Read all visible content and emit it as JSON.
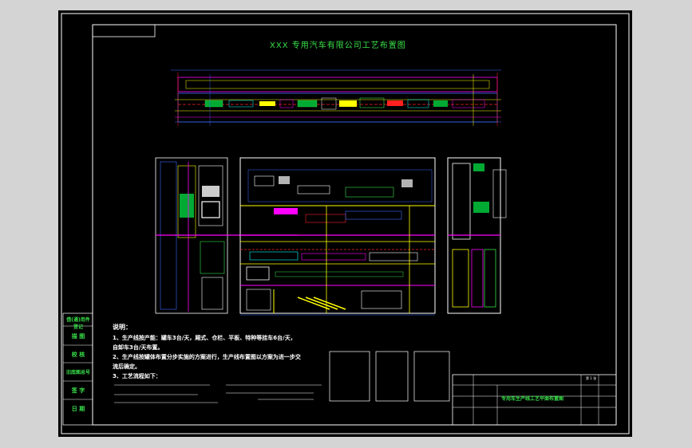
{
  "drawing": {
    "title": "XXX 专用汽车有限公司工艺布置图",
    "notes_title": "说明：",
    "notes": [
      "1、生产线按产能：罐车3台/天，厢式、仓栏、平板、特种等挂车6台/天，",
      "自卸车3台/天布置。",
      "2、生产线按罐体布置分步实施的方案进行，生产线布置图以方案为进一步交",
      "流后确定。",
      "3、工艺流程如下："
    ],
    "side_table": [
      "借(通)用件登记",
      "描 图",
      "校 核",
      "旧底图总号",
      "签 字",
      "日 期"
    ],
    "title_block_name": "专用车生产线工艺平面布置图",
    "title_block_sheet": "第 1 张"
  },
  "colors": {
    "background": "#000000",
    "frame": "#ffffff",
    "title": "#39e04a",
    "accent_yellow": "#ffff00",
    "accent_magenta": "#ff00ff",
    "accent_red": "#ff2020",
    "accent_cyan": "#00ffff",
    "accent_blue": "#3a6bff"
  }
}
